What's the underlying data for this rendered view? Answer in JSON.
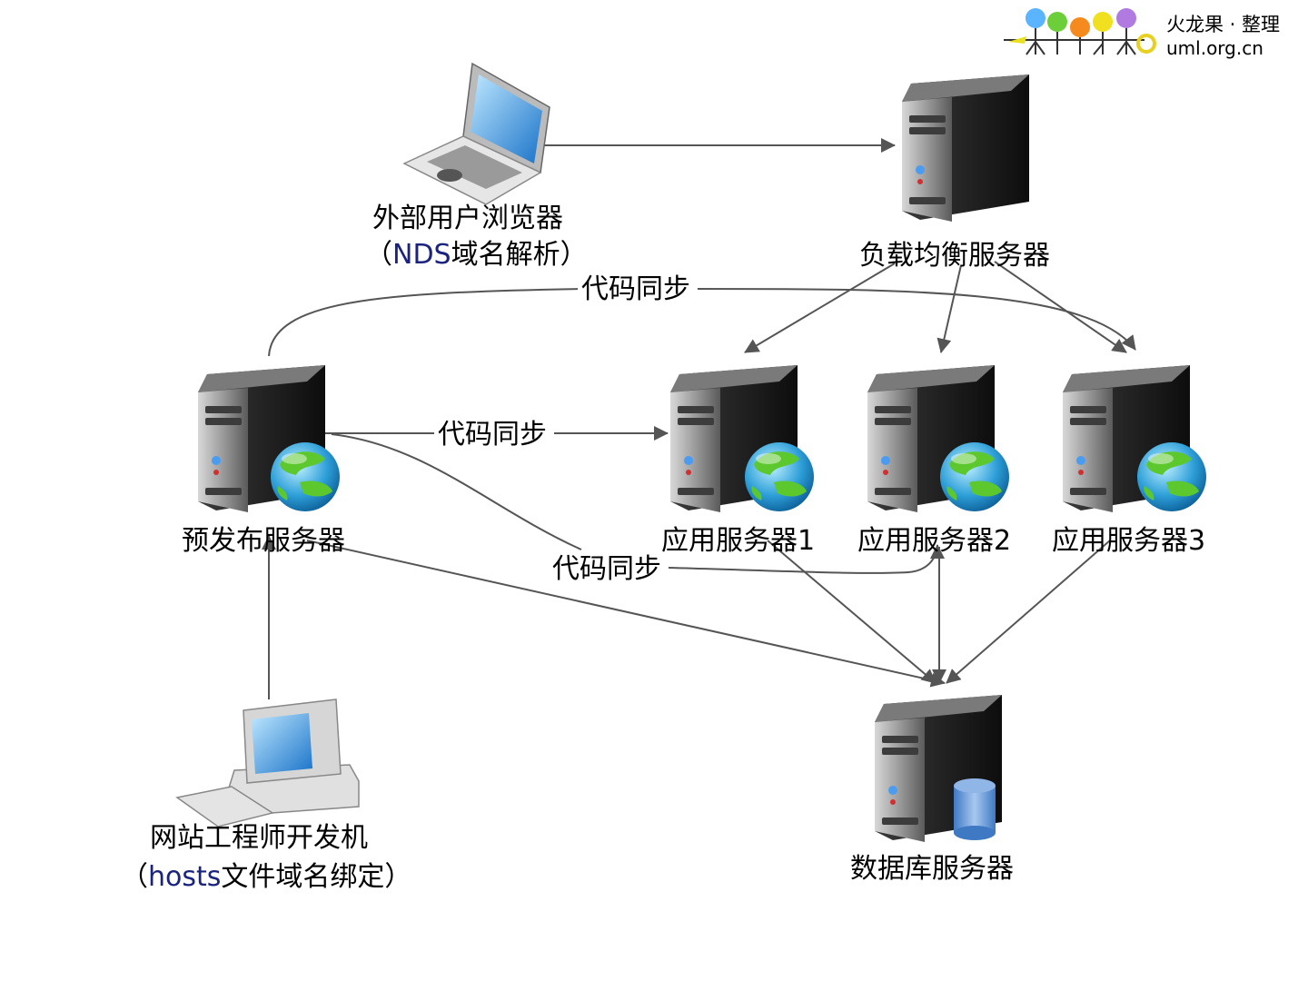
{
  "logo": {
    "title": "火龙果 · 整理",
    "url": "uml.org.cn"
  },
  "nodes": {
    "browser": {
      "line1": "外部用户浏览器",
      "line2_open": "（",
      "line2_ascii": "NDS",
      "line2_cjk": "域名解析",
      "line2_close": "）"
    },
    "load_balancer": {
      "label": "负载均衡服务器"
    },
    "staging": {
      "label": "预发布服务器"
    },
    "app1": {
      "label": "应用服务器1"
    },
    "app2": {
      "label": "应用服务器2"
    },
    "app3": {
      "label": "应用服务器3"
    },
    "dev": {
      "line1": "网站工程师开发机",
      "line2_open": "（",
      "line2_ascii": "hosts",
      "line2_cjk": "文件域名绑定",
      "line2_close": "）"
    },
    "database": {
      "label": "数据库服务器"
    }
  },
  "edges": {
    "sync_top": "代码同步",
    "sync_mid": "代码同步",
    "sync_bottom": "代码同步"
  },
  "colors": {
    "edge": "#555555",
    "ascii_text": "#1a237e",
    "logo_circles": [
      "#5ab4ff",
      "#6ccf3a",
      "#f58a1f",
      "#f0e020",
      "#b07ae0"
    ]
  }
}
